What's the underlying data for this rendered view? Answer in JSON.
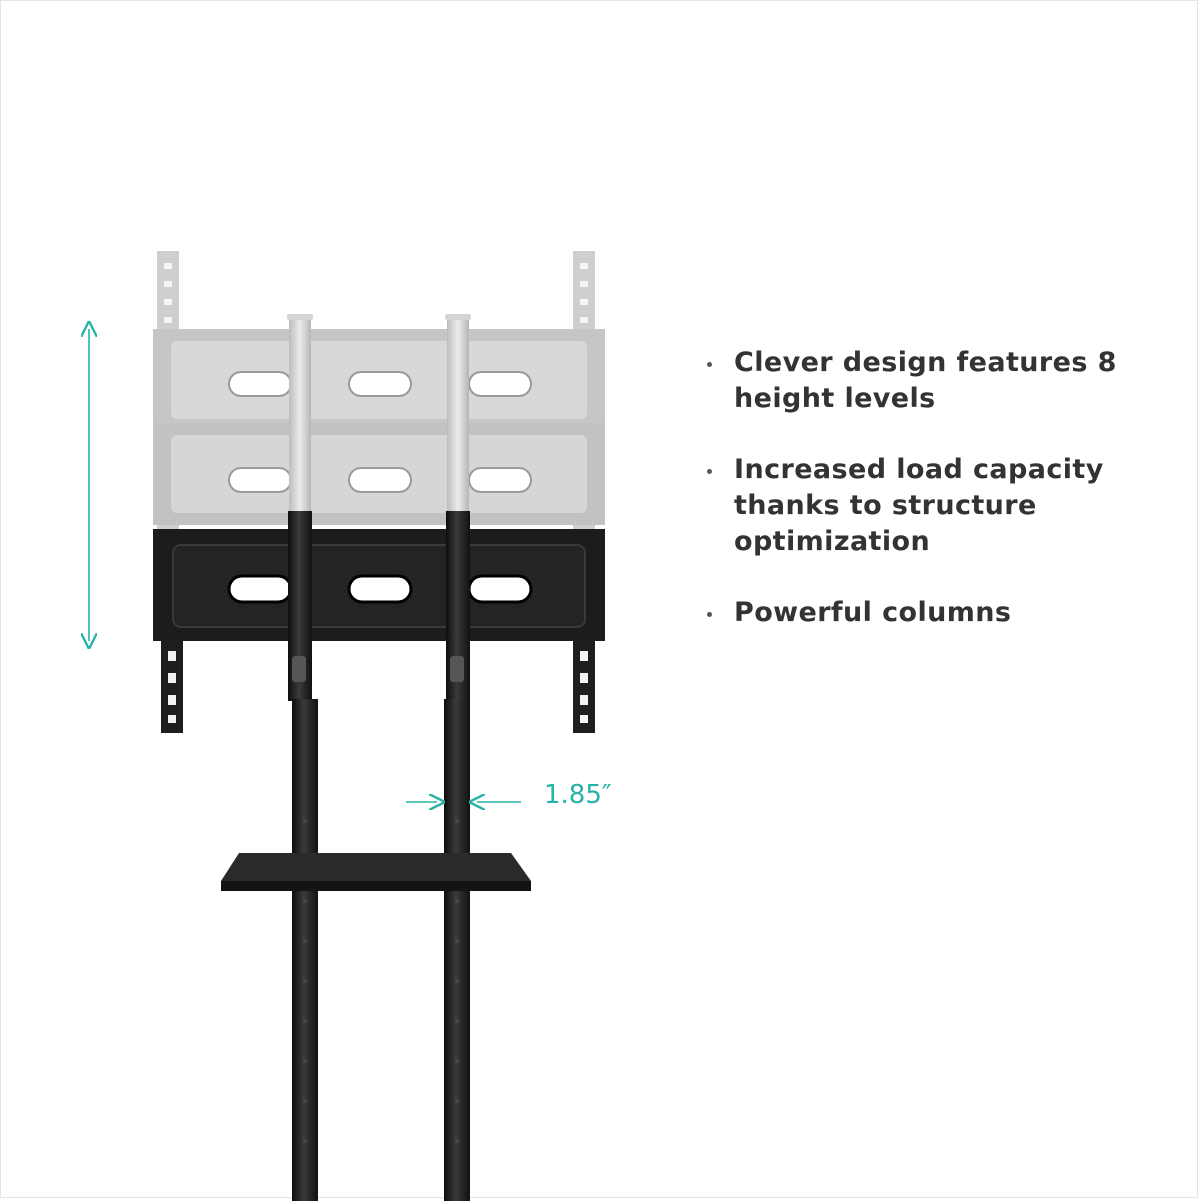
{
  "features": [
    "Clever design features 8 height levels",
    "Increased load capacity thanks to structure optimization",
    "Powerful columns"
  ],
  "dimension_label": "1.85″",
  "colors": {
    "accent": "#25b3a6",
    "text": "#333333",
    "mount_black": "#1c1c1c",
    "mount_ghost": "#c9c9c9"
  }
}
